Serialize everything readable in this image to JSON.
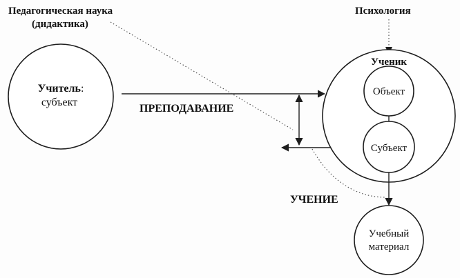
{
  "labels": {
    "pedagogy_line1": "Педагогическая наука",
    "pedagogy_line2": "(дидактика)",
    "psychology": "Психология",
    "teacher_bold": "Учитель",
    "teacher_colon": ":",
    "teacher_role": "субъект",
    "teaching": "ПРЕПОДАВАНИЕ",
    "learning": "УЧЕНИЕ",
    "student": "Ученик",
    "object": "Объект",
    "subject": "Субъект",
    "material_line1": "Учебный",
    "material_line2": "материал"
  }
}
